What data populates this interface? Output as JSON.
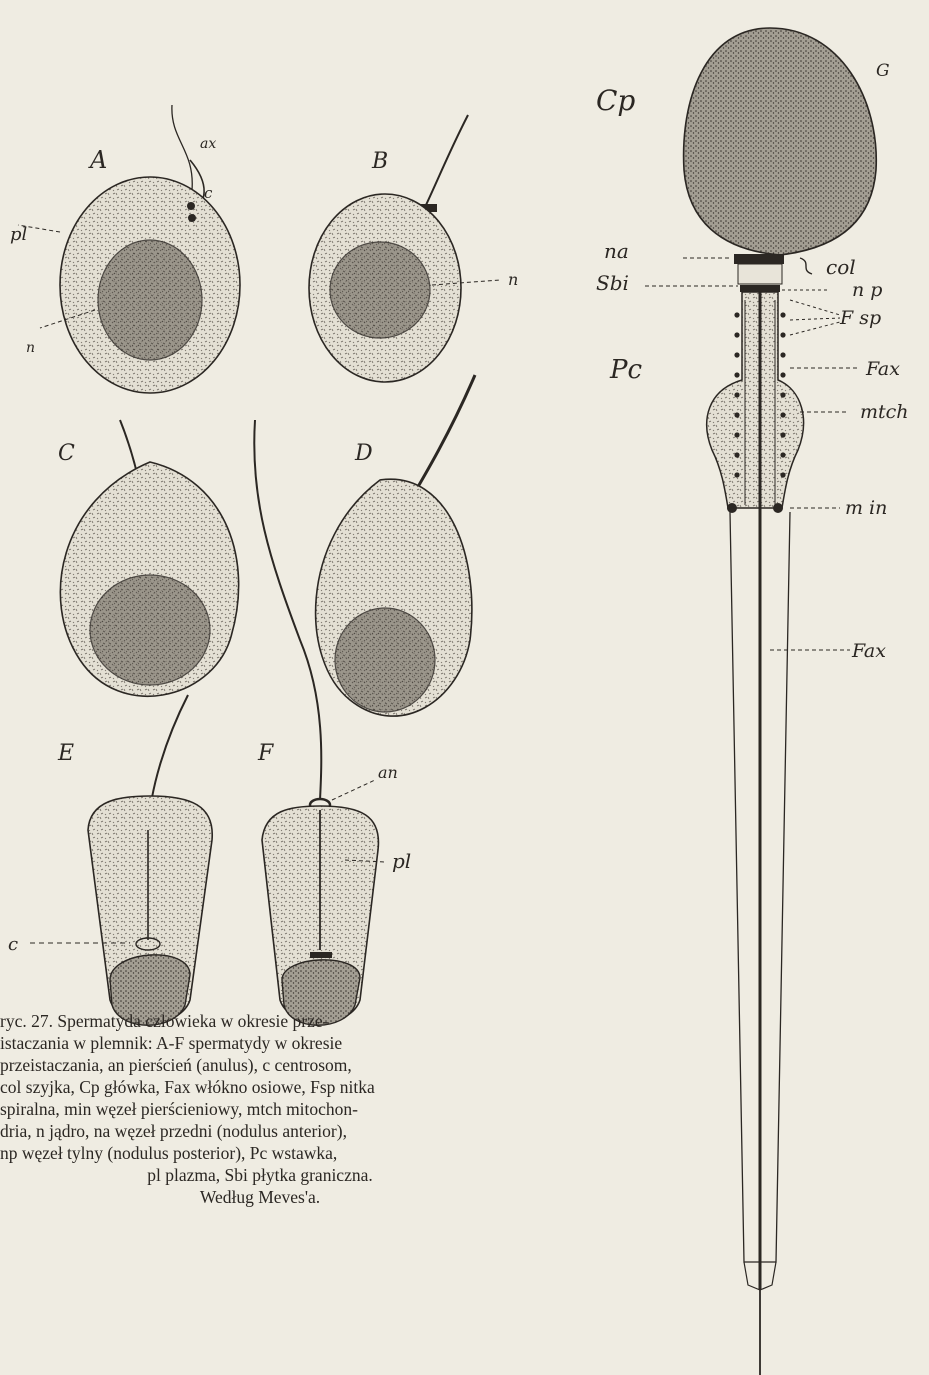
{
  "panel_labels": {
    "A": "A",
    "B": "B",
    "C": "C",
    "D": "D",
    "E": "E",
    "F": "F",
    "G": "G"
  },
  "left_labels": {
    "ax": "ax",
    "c_A": "c",
    "pl_A": "pl",
    "n_A": "n",
    "n_B": "n",
    "an": "an",
    "pl_F": "pl",
    "c_E": "c"
  },
  "right_labels": {
    "Cp": "Cp",
    "Pc": "Pc",
    "na": "na",
    "Sbi": "Sbi",
    "col": "col",
    "np": "n p",
    "Fsp": "F sp",
    "Fax1": "Fax",
    "mtch": "mtch",
    "min": "m in",
    "Fax2": "Fax"
  },
  "caption": {
    "lines": [
      "ryc. 27. Spermatyda człowieka w okresie prze-",
      "istaczania w plemnik: A-F spermatydy w okresie",
      "przeistaczania, an pierścień (anulus), c centrosom,",
      "col szyjka, Cp główka, Fax włókno osiowe, Fsp nitka",
      "spiralna, min węzeł pierścieniowy, mtch mitochon-",
      "dria, n jądro, na węzeł przedni (nodulus anterior),",
      "np węzeł tylny (nodulus posterior), Pc wstawka,",
      "pl plazma, Sbi płytka graniczna.",
      "Według Meves'a."
    ]
  },
  "colors": {
    "paper": "#efece2",
    "ink": "#2b2723",
    "stipple": "#6b655d"
  }
}
